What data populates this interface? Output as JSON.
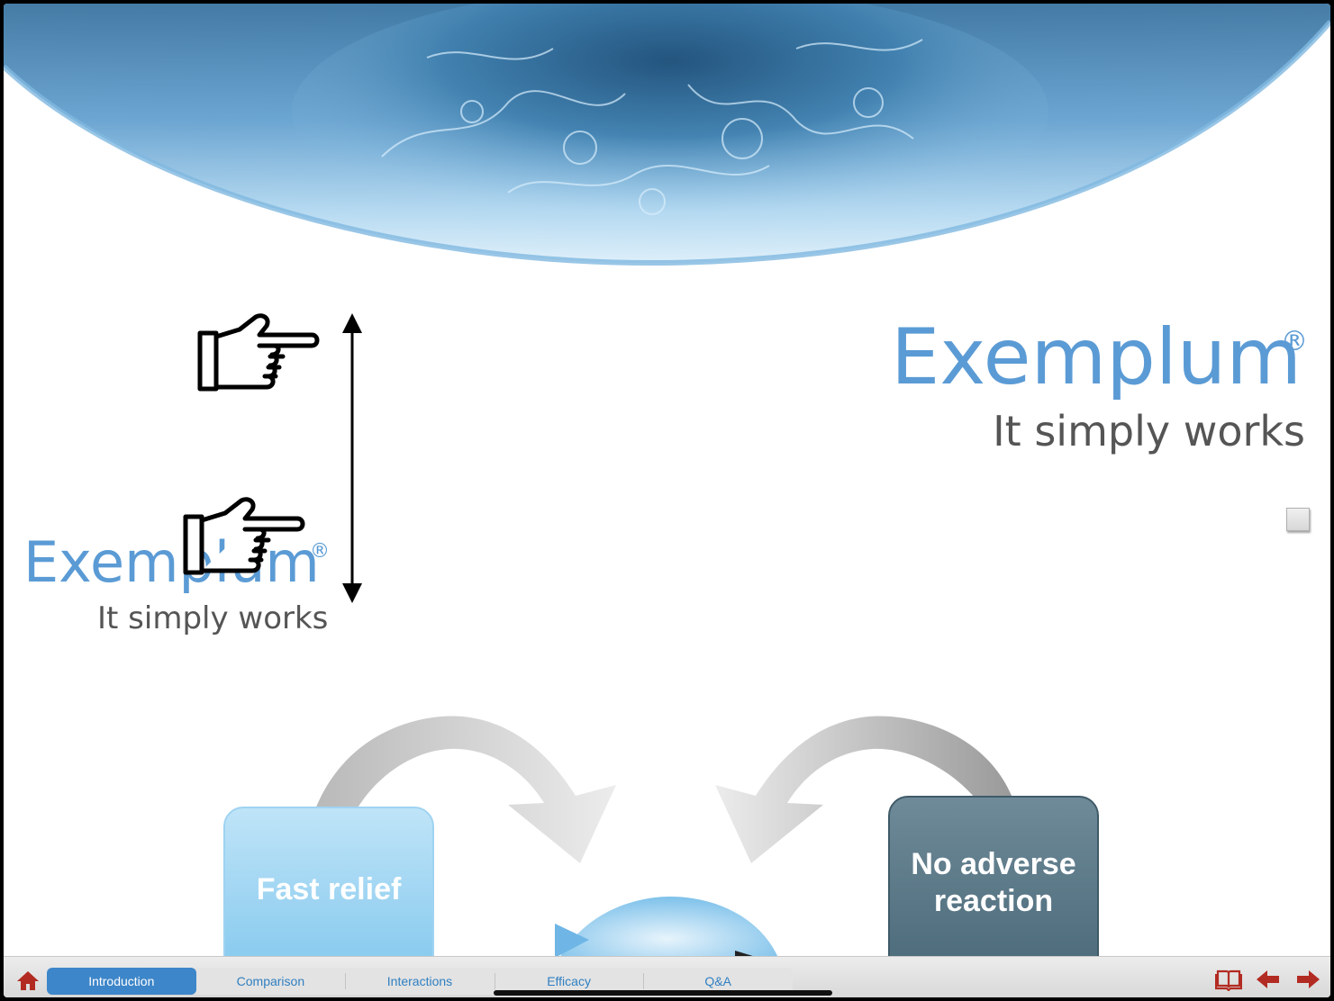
{
  "brand": {
    "name": "Exemplum",
    "reg_mark": "®",
    "tagline": "It simply works",
    "color": "#5b9bd5"
  },
  "diagram": {
    "box_left": "Fast relief",
    "box_right_line1": "No adverse",
    "box_right_line2": "reaction"
  },
  "nav": {
    "tabs": [
      {
        "label": "Introduction",
        "active": true
      },
      {
        "label": "Comparison",
        "active": false
      },
      {
        "label": "Interactions",
        "active": false
      },
      {
        "label": "Efficacy",
        "active": false
      },
      {
        "label": "Q&A",
        "active": false
      }
    ],
    "icons": [
      "home-icon",
      "book-icon",
      "arrow-left-icon",
      "arrow-right-icon"
    ],
    "accent": "#3d86c9",
    "icon_color": "#b22b22"
  }
}
